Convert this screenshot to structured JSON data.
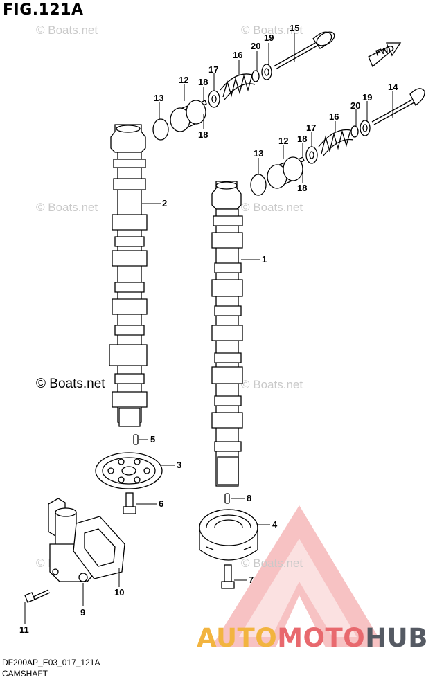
{
  "figure": {
    "title": "FIG.121A",
    "code": "DF200AP_E03_017_121A",
    "name": "CAMSHAFT"
  },
  "watermark": {
    "main": "© Boats.net",
    "faint": "© Boats.net"
  },
  "logo": {
    "part1": "AUTO",
    "part2": "MOTO",
    "part3": "HUB",
    "colors": {
      "orange": "#f2b440",
      "red": "#e8696e",
      "gray": "#555a63"
    }
  },
  "direction": "FWD",
  "callouts": {
    "c1": "1",
    "c2": "2",
    "c3": "3",
    "c4": "4",
    "c5": "5",
    "c6": "6",
    "c7": "7",
    "c8": "8",
    "c9": "9",
    "c10": "10",
    "c11": "11",
    "c12a": "12",
    "c12b": "12",
    "c13a": "13",
    "c13b": "13",
    "c14": "14",
    "c15": "15",
    "c16a": "16",
    "c16b": "16",
    "c17a": "17",
    "c17b": "17",
    "c18a": "18",
    "c18b": "18",
    "c18c": "18",
    "c18d": "18",
    "c19a": "19",
    "c19b": "19",
    "c20a": "20",
    "c20b": "20"
  }
}
